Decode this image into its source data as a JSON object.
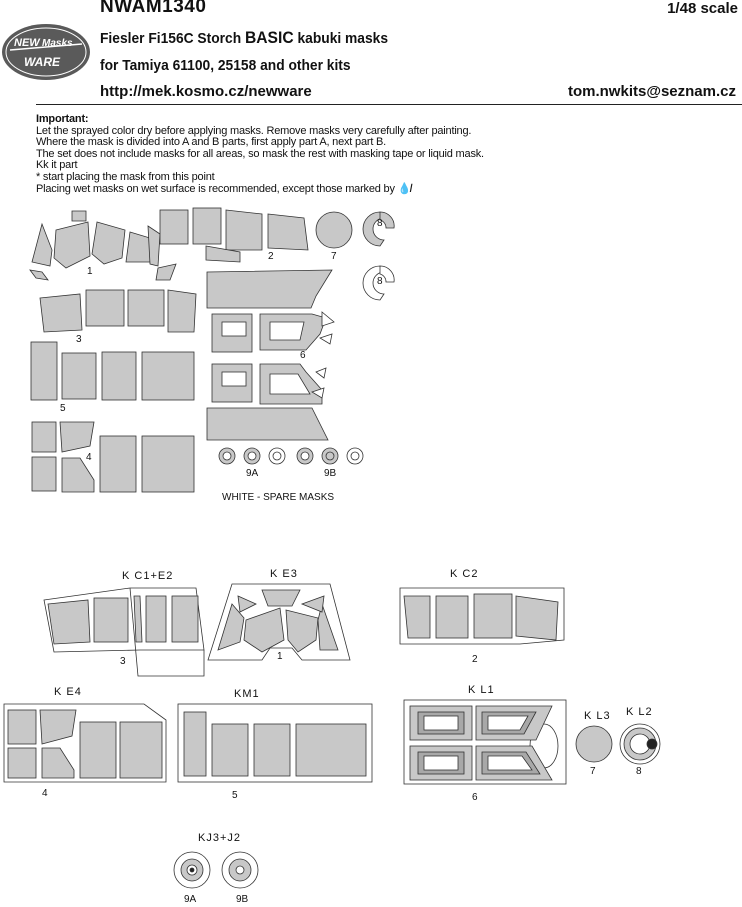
{
  "header": {
    "code": "NWAM1340",
    "scale": "1/48 scale",
    "title_prefix": "Fiesler Fi156C Storch",
    "title_basic": "BASIC",
    "title_suffix": "kabuki masks",
    "subtitle": "for Tamiya 61100, 25158 and other kits",
    "url": "http://mek.kosmo.cz/newware",
    "email": "tom.nwkits@seznam.cz"
  },
  "logo": {
    "line1": "NEW",
    "line2": "Masks",
    "line3": "WARE"
  },
  "notes": {
    "heading": "Important:",
    "lines": [
      "Let the sprayed color dry before applying masks. Remove masks very carefully after painting.",
      "Where the mask is divided into A and B parts, first apply part A, next part B.",
      "The set does not include masks for all areas, so mask the rest with masking tape or liquid mask.",
      "Kk it part",
      "* start placing the mask from this point",
      "Placing wet masks on wet surface is recommended, except those marked by"
    ]
  },
  "sheet": {
    "labels": [
      "1",
      "2",
      "3",
      "5",
      "4",
      "6",
      "7",
      "8",
      "8",
      "9A",
      "9B"
    ],
    "spare_note": "WHITE - SPARE MASKS"
  },
  "diagrams": {
    "kc1e2": {
      "code": "K C1+E2",
      "num": "3"
    },
    "ke3": {
      "code": "K E3",
      "num": "1"
    },
    "kc2": {
      "code": "K C2",
      "num": "2"
    },
    "ke4": {
      "code": "K E4",
      "num": "4"
    },
    "km1": {
      "code": "KM1",
      "num": "5"
    },
    "kl1": {
      "code": "K L1",
      "num": "6"
    },
    "kl3": {
      "code": "K L3",
      "num": "7"
    },
    "kl2": {
      "code": "K L2",
      "num": "8"
    },
    "kj3j2": {
      "code": "KJ3+J2",
      "num_a": "9A",
      "num_b": "9B"
    }
  },
  "colors": {
    "mask_fill": "#c8c8c8",
    "outline": "#333333",
    "logo_bg": "#5a5a5a"
  }
}
